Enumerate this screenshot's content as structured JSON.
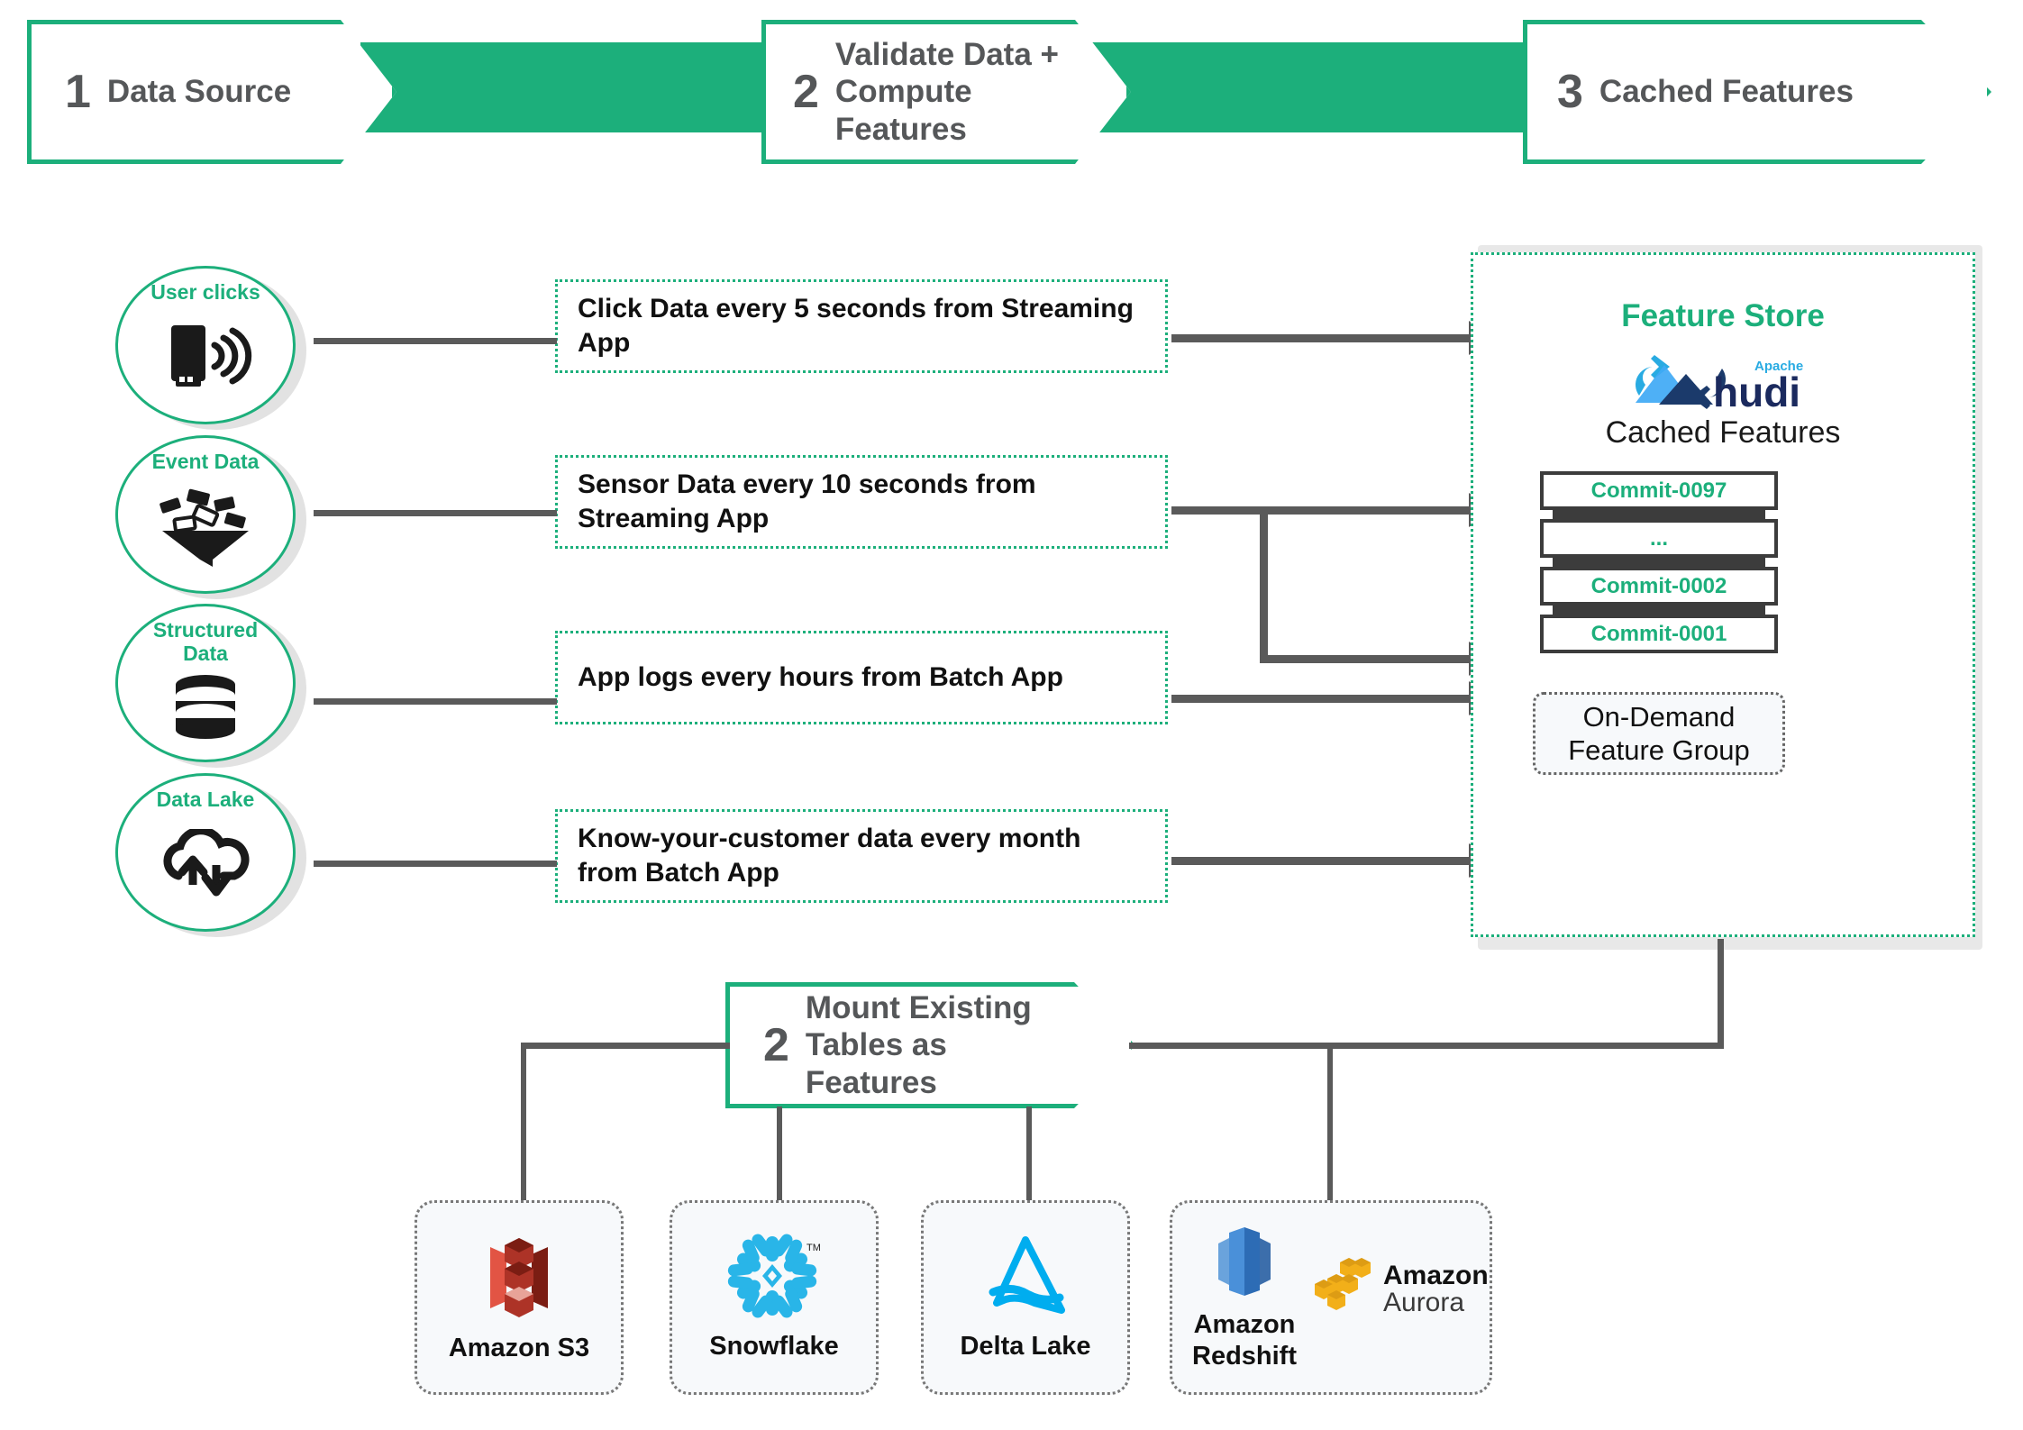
{
  "header": {
    "steps": [
      {
        "num": "1",
        "label": "Data Source"
      },
      {
        "num": "2",
        "label": "Validate Data +\nCompute\nFeatures"
      },
      {
        "num": "3",
        "label": "Cached Features"
      }
    ]
  },
  "sources": [
    {
      "label": "User clicks",
      "icon": "mobile-signal-icon"
    },
    {
      "label": "Event Data",
      "icon": "funnel-data-icon"
    },
    {
      "label": "Structured\nData",
      "icon": "database-icon"
    },
    {
      "label": "Data Lake",
      "icon": "cloud-sync-icon"
    }
  ],
  "messages": [
    {
      "text": "Click Data every 5 seconds from Streaming App"
    },
    {
      "text": "Sensor Data every 10 seconds from Streaming App"
    },
    {
      "text": "App logs every hours from Batch App"
    },
    {
      "text": "Know-your-customer data every month from Batch App"
    }
  ],
  "feature_store": {
    "title": "Feature Store",
    "logo_name": "apache-hudi-logo",
    "logo_text_top": "Apache",
    "logo_text_main": "hudi",
    "subtitle": "Cached Features",
    "commits": [
      "Commit-0097",
      "...",
      "Commit-0002",
      "Commit-0001"
    ],
    "on_demand_line1": "On-Demand",
    "on_demand_line2": "Feature Group"
  },
  "mount": {
    "num": "2",
    "label": "Mount Existing\nTables as\nFeatures"
  },
  "tiles": [
    {
      "name": "Amazon S3",
      "icon": "amazon-s3-logo"
    },
    {
      "name": "Snowflake",
      "icon": "snowflake-logo"
    },
    {
      "name": "Delta Lake",
      "icon": "delta-lake-logo"
    },
    {
      "name": "Amazon\nRedshift",
      "icon": "amazon-redshift-logo",
      "secondary_top": "Amazon",
      "secondary_bottom": "Aurora",
      "secondary_icon": "amazon-aurora-logo"
    }
  ],
  "colors": {
    "brand_green": "#1CAF7B",
    "connector_grey": "#5a5a5a",
    "text_grey": "#555759",
    "commit_border": "#3c3c3c"
  }
}
